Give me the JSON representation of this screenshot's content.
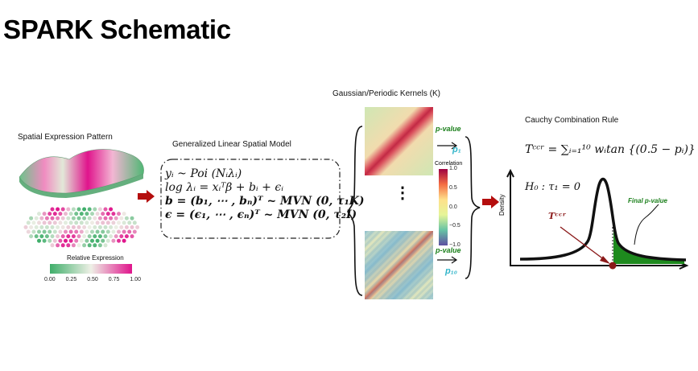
{
  "title": "SPARK Schematic",
  "spatial": {
    "label": "Spatial Expression Pattern",
    "legend_title": "Relative Expression",
    "legend_ticks": [
      "0.00",
      "0.25",
      "0.50",
      "0.75",
      "1.00"
    ],
    "colors": {
      "low": "#3fae6a",
      "mid": "#eef0e6",
      "high": "#e0148c"
    }
  },
  "glm": {
    "label": "Generalized Linear Spatial Model",
    "equations": [
      "yᵢ ~ Poi (Nᵢλᵢ)",
      "log λᵢ = xᵢᵀβ + bᵢ + ϵᵢ",
      "b = (b₁, ⋯ , bₙ)ᵀ ~ MVN (0, τ₁K)",
      "ϵ = (ϵ₁, ⋯ , ϵₙ)ᵀ ~ MVN (0, τ₂I)"
    ]
  },
  "kernels": {
    "label": "Gaussian/Periodic Kernels (K)",
    "colorbar_title": "Correlation",
    "colorbar_ticks": [
      "1.0",
      "0.5",
      "0.0",
      "−0.5",
      "−1.0"
    ],
    "pvalue_label": "p-value",
    "p_first": "p₁",
    "p_last": "p₁₀",
    "dots": "⋮"
  },
  "cauchy": {
    "label": "Cauchy Combination Rule",
    "formula": "Tᶜᶜʳ = ∑ᵢ₌₁¹⁰ wᵢtan {(0.5 − pᵢ)}",
    "hypothesis": "H₀ : τ₁ = 0",
    "final_label": "Final p-value",
    "tccr_label": "Tᶜᶜʳ",
    "density_label": "Density",
    "accent_red": "#8b1a1a",
    "fill_green": "#1e8a1e"
  }
}
